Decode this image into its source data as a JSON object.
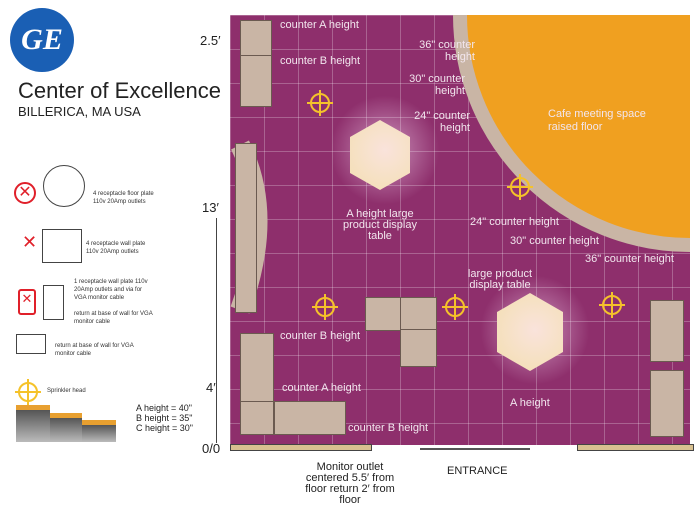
{
  "logo": {
    "text": "GE"
  },
  "header": {
    "title": "Center of Excellence",
    "location": "BILLERICA, MA  USA"
  },
  "legend": {
    "floor_plate": "4 receptacle floor plate 110v 20Amp outlets",
    "wall_plate": "4 receptacle wall plate 110v 20Amp outlets",
    "vga_plate": "1 receptacle wall plate 110v 20Amp outlets and via for VGA monitor cable",
    "vga_return_a": "return at base of wall for VGA monitor cable",
    "vga_return_b": "return at base of wall for VGA monitor cable",
    "sprinkler": "Sprinkler head",
    "heights": [
      "A  height = 40\"",
      "B  height = 35\"",
      "C  height = 30\""
    ],
    "colors": {
      "outlet_mark": "#e0202a",
      "sprinkler": "#f5c22a",
      "counter_top": "#e8a030"
    }
  },
  "dimensions": {
    "top": "2.5′",
    "middle": "13′",
    "lower": "4′",
    "origin": "0/0"
  },
  "plan": {
    "colors": {
      "floor": "#8e2f6c",
      "cafe": "#f0a020",
      "counter": "#c9b5a5",
      "table": "#f3dfb0"
    },
    "labels": {
      "counter_a_top": "counter A height",
      "counter_b_top": "counter B height",
      "c36_top": "36\" counter height",
      "c30_top": "30\" counter height",
      "c24_top": "24\" counter height",
      "cafe": "Cafe meeting space raised floor",
      "table_1": "A height large product display table",
      "c24_right": "24\" counter height",
      "c30_right": "30\" counter height",
      "c36_right": "36\" counter height",
      "table_2_top": "large product display table",
      "table_2_bottom": "A height",
      "counter_b_mid": "counter B height",
      "counter_a_bottom": "counter A height",
      "counter_b_bottom": "counter B height"
    }
  },
  "footer": {
    "monitor": "Monitor outlet centered 5.5′ from floor return  2′ from floor",
    "entrance": "ENTRANCE"
  }
}
